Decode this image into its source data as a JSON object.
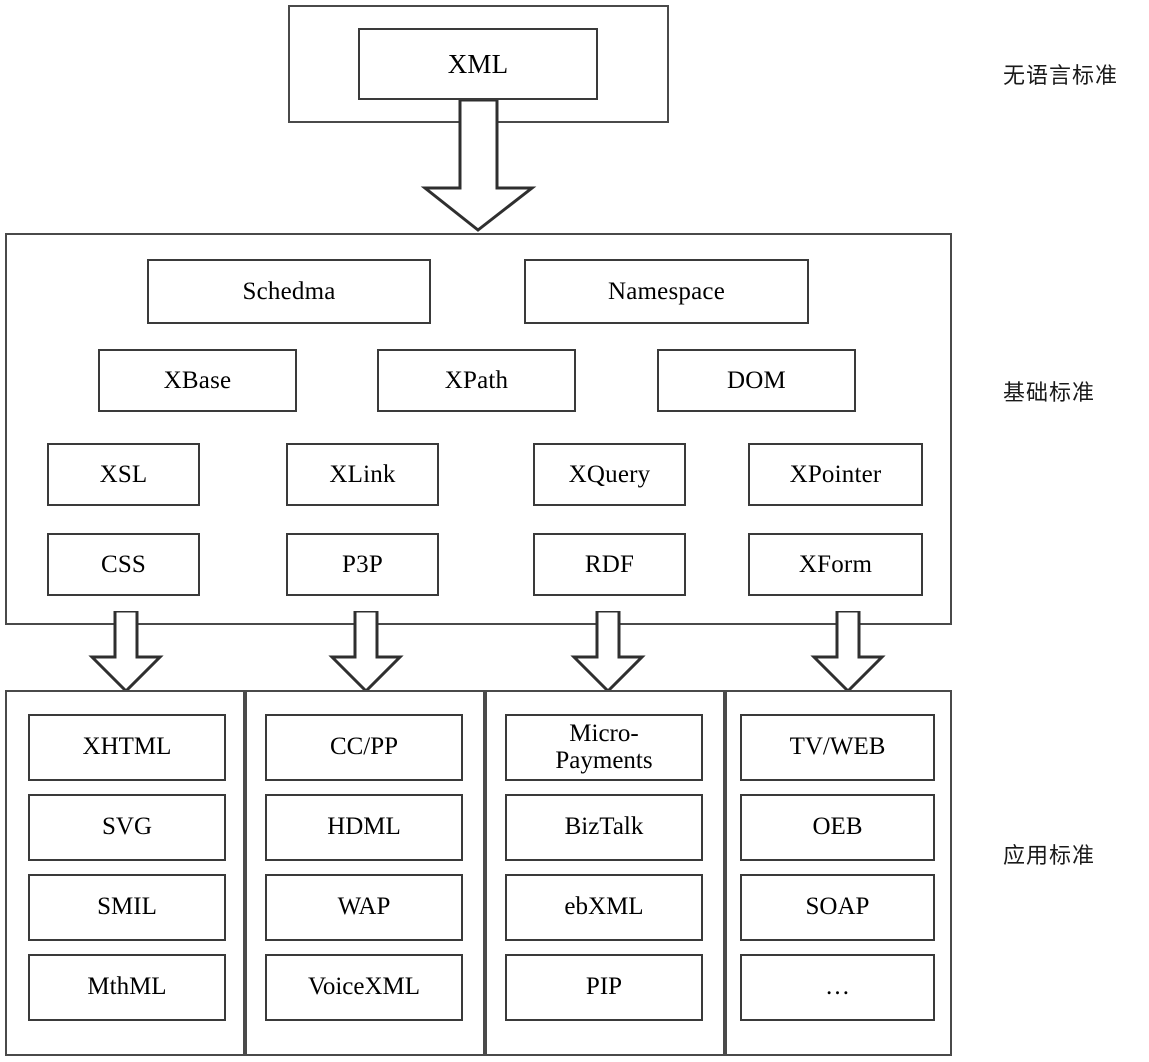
{
  "diagram": {
    "title": "XML Standards Architecture",
    "stroke_color": "#3a3a3a",
    "background_color": "#ffffff"
  },
  "side_labels": {
    "language_independent": "无语言标准",
    "basic": "基础标准",
    "application": "应用标准"
  },
  "top_layer": {
    "root": "XML"
  },
  "basic_layer": {
    "rows": [
      {
        "items": [
          "Schedma",
          "Namespace"
        ]
      },
      {
        "items": [
          "XBase",
          "XPath",
          "DOM"
        ]
      },
      {
        "items": [
          "XSL",
          "XLink",
          "XQuery",
          "XPointer"
        ]
      },
      {
        "items": [
          "CSS",
          "P3P",
          "RDF",
          "XForm"
        ]
      }
    ]
  },
  "application_layer": {
    "columns": [
      {
        "items": [
          "XHTML",
          "SVG",
          "SMIL",
          "MthML"
        ]
      },
      {
        "items": [
          "CC/PP",
          "HDML",
          "WAP",
          "VoiceXML"
        ]
      },
      {
        "items": [
          "Micro-\nPayments",
          "BizTalk",
          "ebXML",
          "PIP"
        ]
      },
      {
        "items": [
          "TV/WEB",
          "OEB",
          "SOAP",
          "…"
        ]
      }
    ]
  },
  "arrows": {
    "main": "down-arrow-xml-to-basic",
    "branches": [
      "down-arrow-basic-to-apps-1",
      "down-arrow-basic-to-apps-2",
      "down-arrow-basic-to-apps-3",
      "down-arrow-basic-to-apps-4"
    ]
  }
}
